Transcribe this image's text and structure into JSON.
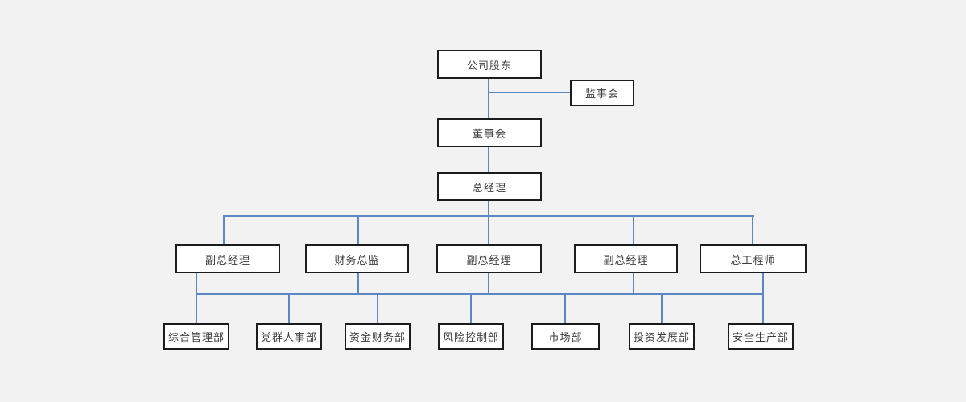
{
  "diagram": {
    "type": "org_chart",
    "title": "",
    "colors": {
      "background": "#f2f2f3",
      "connector": "#5b87c5",
      "box_border": "#1c1c1c",
      "box_fill": "#ffffff",
      "text": "#3c3c3c"
    },
    "nodes": {
      "shareholders": {
        "label": "公司股东"
      },
      "supervisory_board": {
        "label": "监事会"
      },
      "board_of_directors": {
        "label": "董事会"
      },
      "general_manager": {
        "label": "总经理"
      },
      "deputy_gm_1": {
        "label": "副总经理"
      },
      "finance_director": {
        "label": "财务总监"
      },
      "deputy_gm_2": {
        "label": "副总经理"
      },
      "deputy_gm_3": {
        "label": "副总经理"
      },
      "chief_engineer": {
        "label": "总工程师"
      },
      "dept_general_admin": {
        "label": "综合管理部"
      },
      "dept_party_hr": {
        "label": "党群人事部"
      },
      "dept_funds_finance": {
        "label": "资金财务部"
      },
      "dept_risk_control": {
        "label": "风险控制部"
      },
      "dept_marketing": {
        "label": "市场部"
      },
      "dept_investment": {
        "label": "投资发展部"
      },
      "dept_safety": {
        "label": "安全生产部"
      }
    },
    "structure": {
      "reports": [
        {
          "from": "supervisory_board",
          "to": "shareholders"
        },
        {
          "from": "board_of_directors",
          "to": "shareholders"
        },
        {
          "from": "general_manager",
          "to": "board_of_directors"
        },
        {
          "from": "deputy_gm_1",
          "to": "general_manager"
        },
        {
          "from": "finance_director",
          "to": "general_manager"
        },
        {
          "from": "deputy_gm_2",
          "to": "general_manager"
        },
        {
          "from": "deputy_gm_3",
          "to": "general_manager"
        },
        {
          "from": "chief_engineer",
          "to": "general_manager"
        }
      ],
      "shared_department_bus": {
        "executives": [
          "deputy_gm_1",
          "finance_director",
          "deputy_gm_2",
          "deputy_gm_3",
          "chief_engineer"
        ],
        "departments": [
          "dept_general_admin",
          "dept_party_hr",
          "dept_funds_finance",
          "dept_risk_control",
          "dept_marketing",
          "dept_investment",
          "dept_safety"
        ]
      }
    }
  }
}
